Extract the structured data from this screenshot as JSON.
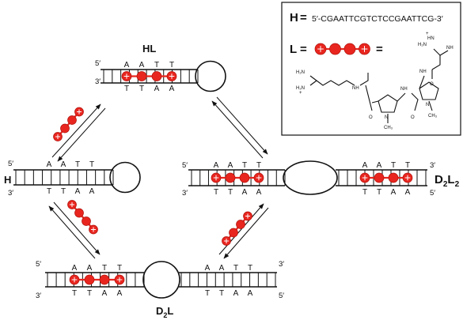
{
  "legend": {
    "h_symbol": "H",
    "h_equals": "=",
    "h_sequence": "5′-CGAATTCGTCTCCGAATTCG-3′",
    "l_symbol": "L",
    "l_equals": "=",
    "l_after_equals": "="
  },
  "species": {
    "HL": "HL",
    "H": "H",
    "D2L_main": "D",
    "D2L_sub": "2",
    "D2L_tail": "L",
    "D2L2_a": "D",
    "D2L2_a_sub": "2",
    "D2L2_b": "L",
    "D2L2_b_sub": "2"
  },
  "primes": {
    "five": "5′",
    "three": "3′"
  },
  "bases": {
    "top": [
      "A",
      "A",
      "T",
      "T"
    ],
    "bottom": [
      "T",
      "T",
      "A",
      "A"
    ]
  },
  "chem_labels": {
    "nh2": "H₂N",
    "nh": "NH",
    "nh2_plus": "H₂N",
    "hn": "HN",
    "o": "O",
    "n": "N",
    "ch3": "CH₃",
    "plus": "+"
  },
  "colors": {
    "bead": "#e8261f",
    "ink": "#111111"
  }
}
